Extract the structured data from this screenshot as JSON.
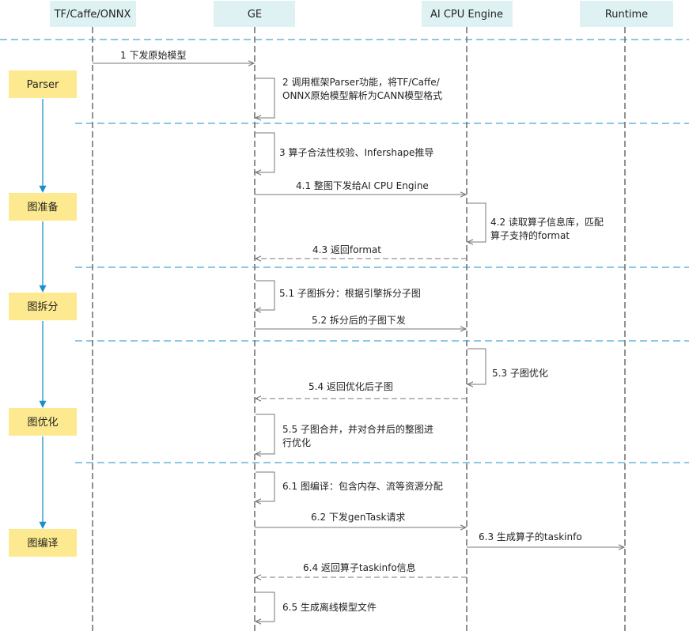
{
  "colors": {
    "participant_box": "#dff2f3",
    "stage_box": "#fde98f",
    "lifeline": "#222222",
    "message": "#777777",
    "separator": "#1a8fc9",
    "stage_arrow": "#1a8fc9",
    "text": "#222222"
  },
  "participants": [
    {
      "id": "tf",
      "label": "TF/Caffe/ONNX"
    },
    {
      "id": "ge",
      "label": "GE"
    },
    {
      "id": "aicpu",
      "label": "AI CPU Engine"
    },
    {
      "id": "runtime",
      "label": "Runtime"
    }
  ],
  "stages": [
    {
      "label": "Parser"
    },
    {
      "label": "图准备"
    },
    {
      "label": "图拆分"
    },
    {
      "label": "图优化"
    },
    {
      "label": "图编译"
    }
  ],
  "messages": [
    {
      "label": "1 下发原始模型",
      "from": "tf",
      "to": "ge",
      "style": "solid"
    },
    {
      "label": "2 调用框架Parser功能，将TF/Caffe/\nONNX原始模型解析为CANN模型格式",
      "from": "ge",
      "to": "ge",
      "style": "self"
    },
    {
      "label": "3 算子合法性校验、Infershape推导",
      "from": "ge",
      "to": "ge",
      "style": "self"
    },
    {
      "label": "4.1 整图下发给AI CPU Engine",
      "from": "ge",
      "to": "aicpu",
      "style": "solid"
    },
    {
      "label": "4.2 读取算子信息库，匹配\n算子支持的format",
      "from": "aicpu",
      "to": "aicpu",
      "style": "self"
    },
    {
      "label": "4.3 返回format",
      "from": "aicpu",
      "to": "ge",
      "style": "dashed"
    },
    {
      "label": "5.1 子图拆分：根据引擎拆分子图",
      "from": "ge",
      "to": "ge",
      "style": "self"
    },
    {
      "label": "5.2 拆分后的子图下发",
      "from": "ge",
      "to": "aicpu",
      "style": "solid"
    },
    {
      "label": "5.3 子图优化",
      "from": "aicpu",
      "to": "aicpu",
      "style": "self"
    },
    {
      "label": "5.4 返回优化后子图",
      "from": "aicpu",
      "to": "ge",
      "style": "dashed"
    },
    {
      "label": "5.5 子图合并，并对合并后的整图进\n行优化",
      "from": "ge",
      "to": "ge",
      "style": "self"
    },
    {
      "label": "6.1 图编译：包含内存、流等资源分配",
      "from": "ge",
      "to": "ge",
      "style": "self"
    },
    {
      "label": "6.2 下发genTask请求",
      "from": "ge",
      "to": "aicpu",
      "style": "solid"
    },
    {
      "label": "6.3 生成算子的taskinfo",
      "from": "aicpu",
      "to": "runtime",
      "style": "solid"
    },
    {
      "label": "6.4 返回算子taskinfo信息",
      "from": "aicpu",
      "to": "ge",
      "style": "dashed"
    },
    {
      "label": "6.5 生成离线模型文件",
      "from": "ge",
      "to": "ge",
      "style": "self"
    }
  ]
}
